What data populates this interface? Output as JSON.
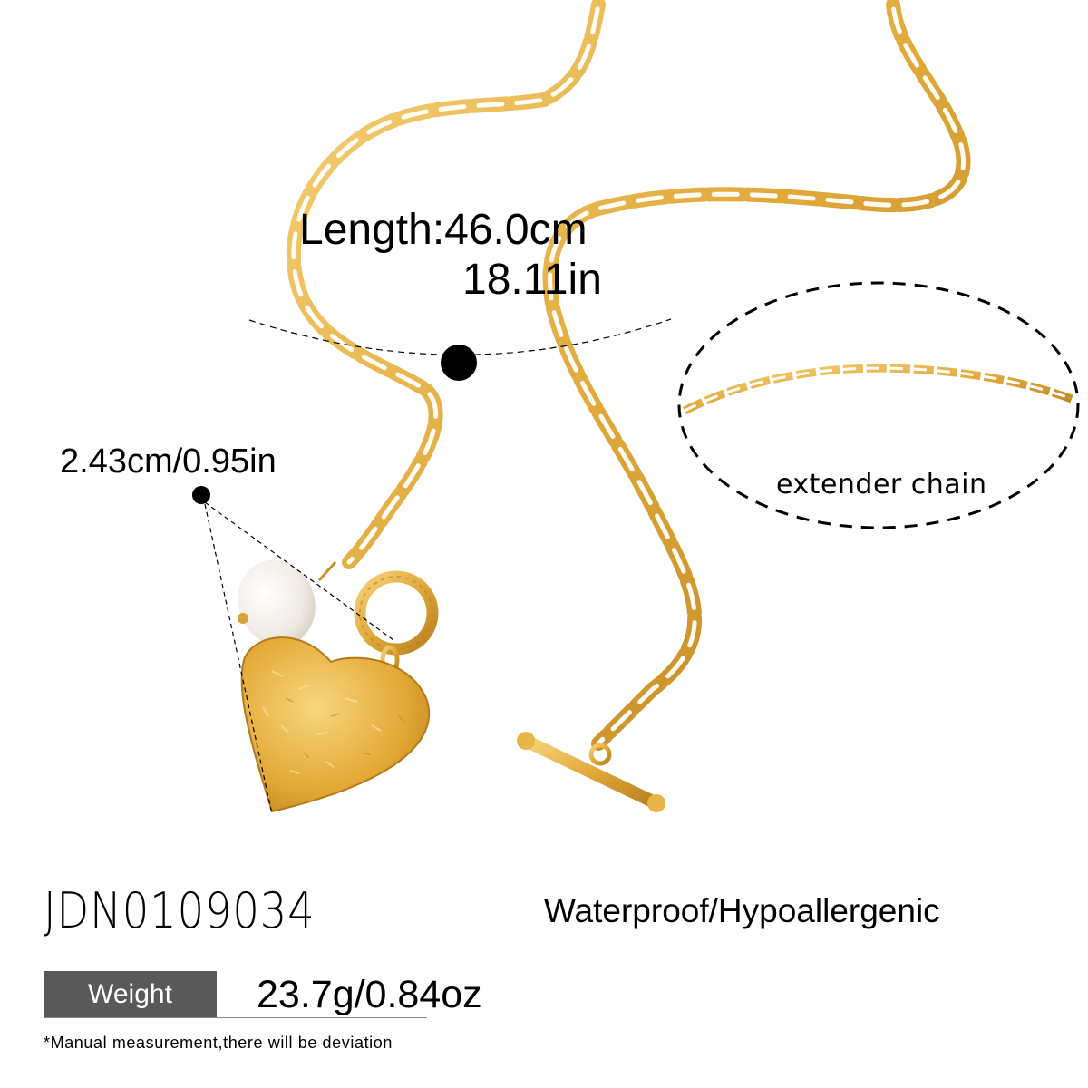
{
  "product": {
    "sku": "JDN0109034",
    "features": "Waterproof/Hypoallergenic",
    "weight_label": "Weight",
    "weight_value": "23.7g/0.84oz",
    "disclaimer": "*Manual measurement,there will be deviation"
  },
  "measurements": {
    "length_cm": "Length:46.0cm",
    "length_in": "18.11in",
    "pendant_size": "2.43cm/0.95in"
  },
  "callouts": {
    "extender_label": "extender chain"
  },
  "colors": {
    "gold": "#E0A93A",
    "gold_dark": "#B9801E",
    "gold_light": "#F6D27A",
    "pearl": "#F4EFE9",
    "weight_badge": "#595959",
    "annotation": "#000000"
  }
}
